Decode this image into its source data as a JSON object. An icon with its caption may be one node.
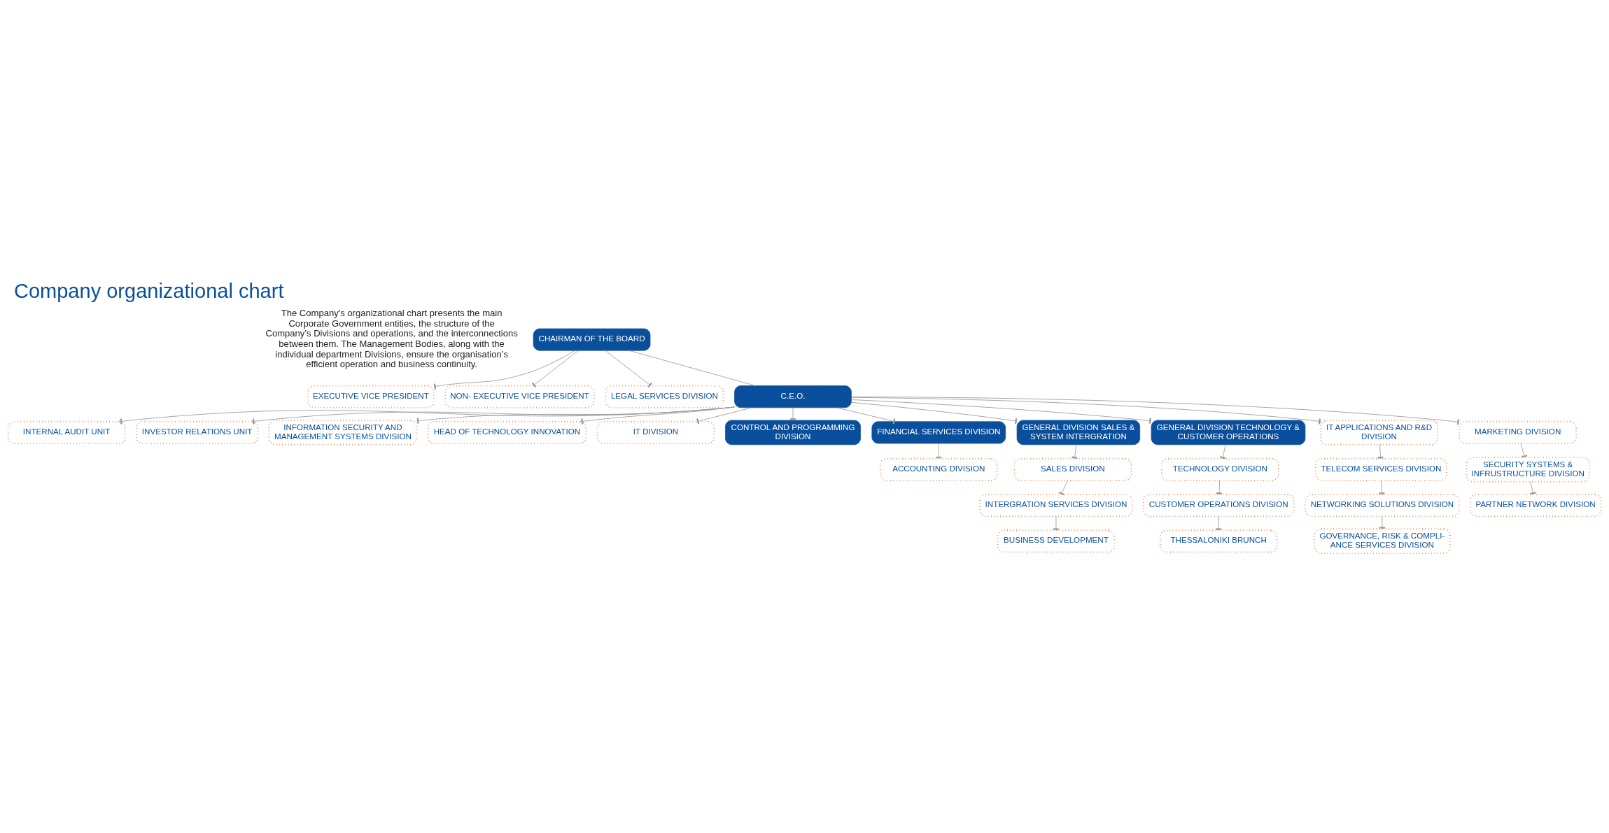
{
  "diagram": {
    "title": "Company organizational chart",
    "nodes": [
      {
        "text": [
          "CHAIRMAN OF THE BOARD"
        ]
      },
      {
        "text": [
          "EXECUTIVE VICE PRESIDENT"
        ]
      },
      {
        "text": [
          "NON- EXECUTIVE VICE PRESIDENT"
        ]
      },
      {
        "text": [
          "LEGAL SERVICES DIVISION"
        ]
      },
      {
        "text": [
          "C.E.O."
        ]
      },
      {
        "text": [
          "INTERNAL AUDIT UNIT"
        ]
      },
      {
        "text": [
          "INVESTOR RELATIONS UNIT"
        ]
      },
      {
        "text": [
          "INFORMATION SECURITY AND MANAGEMENT SYSTEMS DIVISION"
        ]
      },
      {
        "text": [
          "HEAD OF TECHNOLOGY INNOVATION"
        ]
      },
      {
        "text": [
          "IT DIVISION"
        ]
      },
      {
        "text": [
          "CONTROL AND PROGRAMMING DIVISION"
        ]
      },
      {
        "text": [
          "FINANCIAL SERVICES DIVISION"
        ]
      },
      {
        "text": [
          "GENERAL DIVISION SALES & SYSTEM INTERGRATION"
        ]
      },
      {
        "text": [
          "GENERAL DIVISION TECHNOLOGY & CUSTOMER OPERATIONS"
        ]
      },
      {
        "text": [
          "ACCOUNTING DIVISION"
        ]
      },
      {
        "text": [
          "SALES DIVISION"
        ]
      },
      {
        "text": [
          "TECHNOLOGY DIVISION"
        ]
      },
      {
        "text": [
          "IT APPLICATIONS AND R&D DIVISION"
        ]
      },
      {
        "text": [
          "MARKETING DIVISION"
        ]
      },
      {
        "text": [
          "INTERGRATION SERVICES DIVISION"
        ]
      },
      {
        "text": [
          "CUSTOMER OPERATIONS DIVISION"
        ]
      },
      {
        "text": [
          "TELECOM SERVICES DIVISION"
        ]
      },
      {
        "text": [
          "SECURITY SYSTEMS & INFRUSTRUCTURE DIVISION"
        ]
      },
      {
        "text": [
          "BUSINESS DEVELOPMENT"
        ]
      },
      {
        "text": [
          "THESSALONIKI BRUNCH"
        ]
      },
      {
        "text": [
          "NETWORKING SOLUTIONS DIVISION"
        ]
      },
      {
        "text": [
          "PARTNER NETWORK DIVISION"
        ]
      },
      {
        "text": [
          "GOVERNANCE, RISK & COMPLI- ANCE SERVICES DIVISION"
        ]
      }
    ],
    "edges": [
      {
        "from": 0,
        "to": 1,
        "arrow": "other"
      },
      {
        "from": 0,
        "to": 2,
        "arrow": "other"
      },
      {
        "from": 0,
        "to": 3,
        "arrow": "other"
      },
      {
        "from": 0,
        "to": 4,
        "arrow": "none"
      },
      {
        "from": 4,
        "to": 5,
        "arrow": "other"
      },
      {
        "from": 4,
        "to": 6,
        "arrow": "other"
      },
      {
        "from": 4,
        "to": 7,
        "arrow": "other"
      },
      {
        "from": 4,
        "to": 8,
        "arrow": "other"
      },
      {
        "from": 4,
        "to": 9,
        "arrow": "other"
      },
      {
        "from": 4,
        "to": 10,
        "arrow": "other"
      },
      {
        "from": 4,
        "to": 11,
        "arrow": "other"
      },
      {
        "from": 4,
        "to": 12,
        "arrow": "other"
      },
      {
        "from": 4,
        "to": 13,
        "arrow": "other"
      },
      {
        "from": 4,
        "to": 17,
        "arrow": "other"
      },
      {
        "from": 4,
        "to": 18,
        "arrow": "other"
      },
      {
        "from": 11,
        "to": 14,
        "arrow": "other"
      },
      {
        "from": 12,
        "to": 15,
        "arrow": "other"
      },
      {
        "from": 15,
        "to": 19,
        "arrow": "other"
      },
      {
        "from": 19,
        "to": 23,
        "arrow": "other"
      },
      {
        "from": 13,
        "to": 16,
        "arrow": "other"
      },
      {
        "from": 16,
        "to": 20,
        "arrow": "other"
      },
      {
        "from": 20,
        "to": 24,
        "arrow": "other"
      },
      {
        "from": 17,
        "to": 21,
        "arrow": "other"
      },
      {
        "from": 21,
        "to": 25,
        "arrow": "other"
      },
      {
        "from": 25,
        "to": 27,
        "arrow": "other"
      },
      {
        "from": 18,
        "to": 22,
        "arrow": "other"
      },
      {
        "from": 22,
        "to": 26,
        "arrow": "other"
      }
    ],
    "labels": [
      "The Company's organizational chart presents the main Corporate Government entities, the structure of the Company’s Divisions and operations, and the interconnections between them. The Management Bodies, along with the individual department Divisions, ensure the organisation’s efficient operation and business continuity."
    ]
  }
}
